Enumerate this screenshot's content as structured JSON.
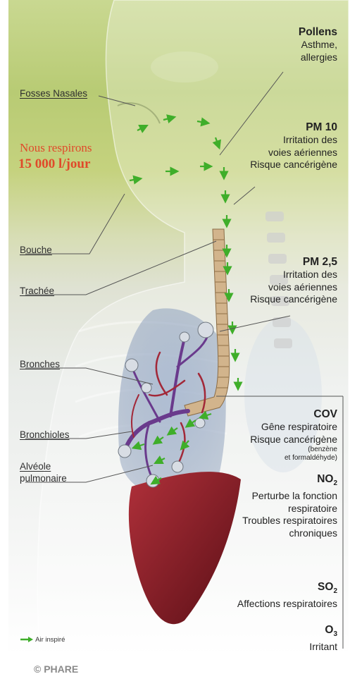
{
  "left_labels": {
    "fosses": "Fosses Nasales",
    "bouche": "Bouche",
    "trachee": "Trachée",
    "bronches": "Bronches",
    "bronchioles": "Bronchioles",
    "alveole_1": "Alvéole",
    "alveole_2": "pulmonaire"
  },
  "headline": {
    "line1": "Nous respirons",
    "line2": "15 000 l/jour"
  },
  "pollutants": {
    "pollens": {
      "title": "Pollens",
      "l1": "Asthme,",
      "l2": "allergies"
    },
    "pm10": {
      "title": "PM 10",
      "l1": "Irritation des",
      "l2": "voies aériennes",
      "l3": "Risque cancérigène"
    },
    "pm25": {
      "title": "PM 2,5",
      "l1": "Irritation des",
      "l2": "voies aériennes",
      "l3": "Risque cancérigène"
    },
    "cov": {
      "title": "COV",
      "l1": "Gêne respiratoire",
      "l2": "Risque cancérigène",
      "s1": "(benzène",
      "s2": "et formaldéhyde)"
    },
    "no2": {
      "title": "NO",
      "sub": "2",
      "l1": "Perturbe la fonction",
      "l2": "respiratoire",
      "l3": "Troubles respiratoires",
      "l4": "chroniques"
    },
    "so2": {
      "title": "SO",
      "sub": "2",
      "l1": "Affections respiratoires"
    },
    "o3": {
      "title": "O",
      "sub": "3",
      "l1": "Irritant"
    }
  },
  "legend": {
    "icon": "green-arrow-icon",
    "label": "Air inspiré"
  },
  "copyright": "© PHARE",
  "colors": {
    "headline": "#e04a2a",
    "arrow": "#3fae2a",
    "lung": "#8b1e24",
    "bronchi": "#6a3a8c"
  }
}
